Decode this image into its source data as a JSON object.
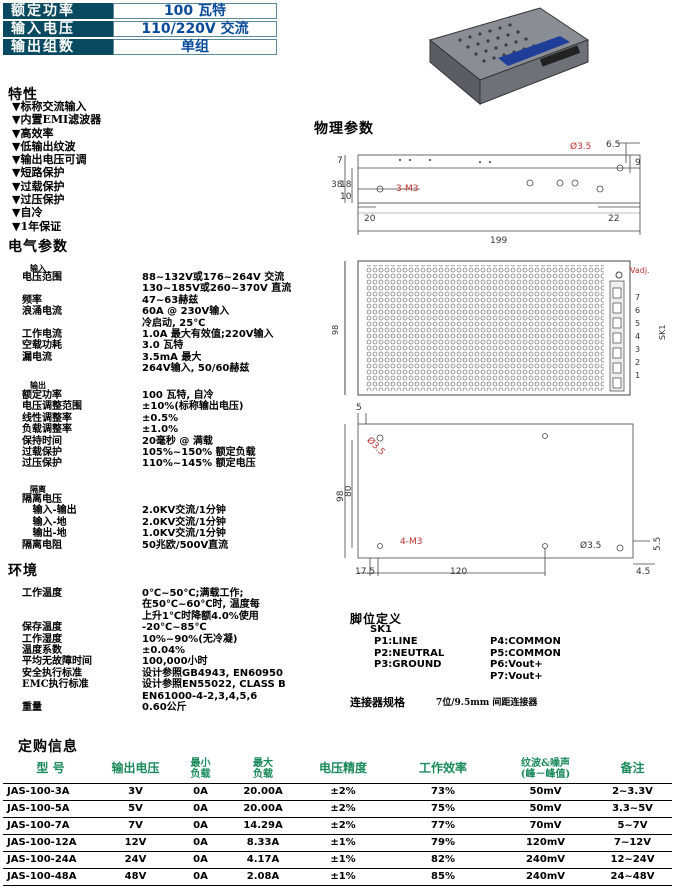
{
  "header": {
    "rows": [
      {
        "label": "额定功率",
        "value": "100 瓦特"
      },
      {
        "label": "输入电压",
        "value": "110/220V 交流"
      },
      {
        "label": "输出组数",
        "value": "单组"
      }
    ]
  },
  "features": {
    "title": "特性",
    "items": [
      "▼标称交流输入",
      "▼内置EMI滤波器",
      "▼高效率",
      "▼低输出纹波",
      "▼输出电压可调",
      "▼短路保护",
      "▼过载保护",
      "▼过压保护",
      "▼自冷",
      "▼1年保证"
    ]
  },
  "physical": {
    "title": "物理参数"
  },
  "electrical": {
    "title": "电气参数",
    "input_head": "输入",
    "input_labels": "电压范围\n\n频率\n浪涌电流\n\n工作电流\n空载功耗\n漏电流",
    "input_values": "88~132V或176~264V 交流\n130~185V或260~370V 直流\n47~63赫兹\n60A @ 230V输入\n冷启动, 25℃\n1.0A 最大有效值;220V输入\n3.0 瓦特\n3.5mA 最大\n264V输入, 50/60赫兹",
    "output_head": "输出",
    "output_labels": "额定功率\n电压调整范围\n线性调整率\n负载调整率\n保持时间\n过载保护\n过压保护",
    "output_values": "100 瓦特, 自冷\n±10%(标称输出电压)\n±0.5%\n±1.0%\n20毫秒 @ 满载\n105%~150% 额定负载\n110%~145% 额定电压",
    "iso_head": "隔离",
    "iso_labels": "隔离电压\n   输入-输出\n   输入-地\n   输出-地\n隔离电阻",
    "iso_values": "\n2.0KV交流/1分钟\n2.0KV交流/1分钟\n1.0KV交流/1分钟\n50兆欧/500V直流"
  },
  "environment": {
    "title": "环境",
    "labels": "工作温度\n\n\n保存温度\n工作湿度\n温度系数\n平均无故障时间\n安全执行标准\nEMC执行标准\n\n重量",
    "values": "0℃~50℃;满载工作;\n在50℃~60℃时, 温度每\n上升1℃时降额4.0%使用\n-20℃~85℃\n10%~90%(无冷凝)\n±0.04%\n100,000小时\n设计参照GB4943, EN60950\n设计参照EN55022, CLASS B\nEN61000-4-2,3,4,5,6\n0.60公斤"
  },
  "pins": {
    "title": "脚位定义",
    "sk": "SK1",
    "left": "P1:LINE\nP2:NEUTRAL\nP3:GROUND",
    "right": "P4:COMMON\nP5:COMMON\nP6:Vout+\nP7:Vout+",
    "connector_label": "连接器规格",
    "connector_value": "7位/9.5mm 间距连接器"
  },
  "drawing": {
    "top_view": {
      "d35": "Ø3.5",
      "d65": "6.5",
      "d9": "9",
      "d7": "7",
      "d38": "38",
      "d18": "18",
      "d10": "10",
      "m3": "3-M3",
      "d20": "20",
      "d22": "22",
      "d199": "199"
    },
    "front_view": {
      "vadj": "Vadj.",
      "sk1": "SK1",
      "d98": "98",
      "pins": [
        "7",
        "6",
        "5",
        "4",
        "3",
        "2",
        "1"
      ]
    },
    "bottom_view": {
      "d5": "5",
      "d35": "Ø3.5",
      "d98": "98",
      "d80": "80",
      "m4": "4-M3",
      "d35b": "Ø3.5",
      "d55": "5.5",
      "d175": "17.5",
      "d120": "120",
      "d45": "4.5"
    }
  },
  "order": {
    "title": "定购信息",
    "headers": [
      "型 号",
      "输出电压",
      "最小\n负载",
      "最大\n负载",
      "电压精度",
      "工作效率",
      "纹波&噪声\n(峰－峰值)",
      "备注"
    ],
    "rows": [
      [
        "JAS-100-3A",
        "3V",
        "0A",
        "20.00A",
        "±2%",
        "73%",
        "50mV",
        "2~3.3V"
      ],
      [
        "JAS-100-5A",
        "5V",
        "0A",
        "20.00A",
        "±2%",
        "75%",
        "50mV",
        "3.3~5V"
      ],
      [
        "JAS-100-7A",
        "7V",
        "0A",
        "14.29A",
        "±2%",
        "77%",
        "70mV",
        "5~7V"
      ],
      [
        "JAS-100-12A",
        "12V",
        "0A",
        "8.33A",
        "±1%",
        "79%",
        "120mV",
        "7~12V"
      ],
      [
        "JAS-100-24A",
        "24V",
        "0A",
        "4.17A",
        "±1%",
        "82%",
        "240mV",
        "12~24V"
      ],
      [
        "JAS-100-48A",
        "48V",
        "0A",
        "2.08A",
        "±1%",
        "85%",
        "240mV",
        "24~48V"
      ]
    ]
  }
}
